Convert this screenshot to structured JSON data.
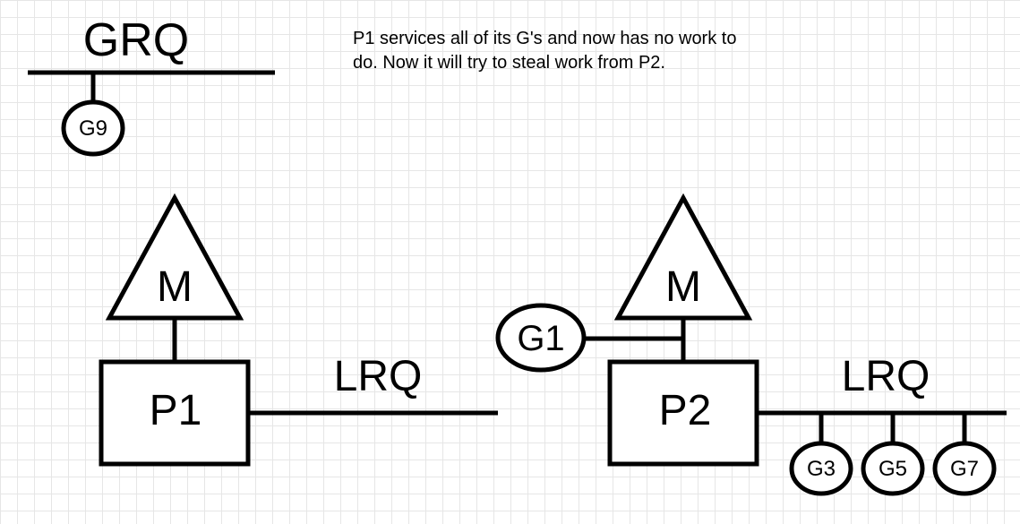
{
  "global_queue": {
    "label": "GRQ",
    "goroutines": [
      "G9"
    ]
  },
  "note": "P1 services all of its G's and now has no work to do. Now it will try to steal work from P2.",
  "processor_1": {
    "machine_label": "M",
    "label": "P1",
    "queue_label": "LRQ",
    "queue_goroutines": []
  },
  "processor_2": {
    "machine_label": "M",
    "label": "P2",
    "running_goroutine": "G1",
    "queue_label": "LRQ",
    "queue_goroutines": [
      "G3",
      "G5",
      "G7"
    ]
  }
}
